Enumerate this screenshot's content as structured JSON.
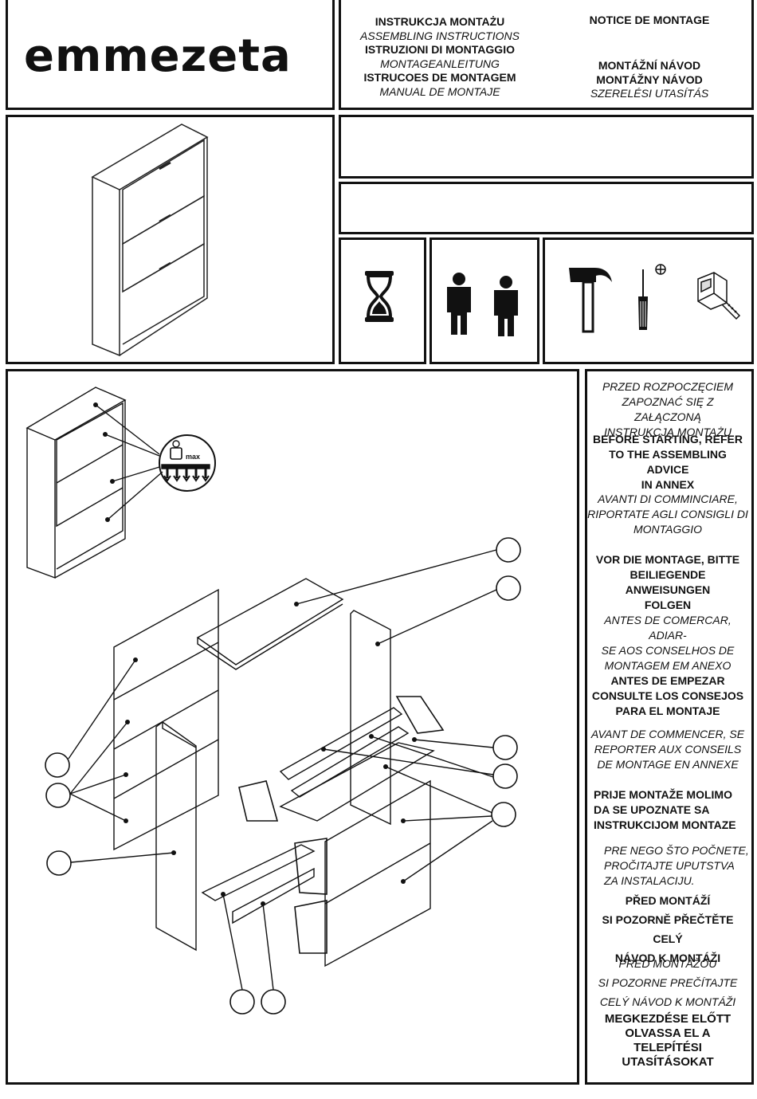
{
  "brand": {
    "logo": "emmezeta"
  },
  "titles_left": [
    {
      "text": "INSTRUKCJA MONTAŻU",
      "style": "b"
    },
    {
      "text": "ASSEMBLING INSTRUCTIONS",
      "style": "i"
    },
    {
      "text": "ISTRUZIONI DI MONTAGGIO",
      "style": "b"
    },
    {
      "text": "MONTAGEANLEITUNG",
      "style": "i"
    },
    {
      "text": "ISTRUCOES DE MONTAGEM",
      "style": "b"
    },
    {
      "text": "MANUAL DE MONTAJE",
      "style": "i"
    }
  ],
  "titles_right_top": {
    "text": "NOTICE DE MONTAGE"
  },
  "titles_right": [
    {
      "text": "MONTÁŽNÍ NÁVOD",
      "style": "b"
    },
    {
      "text": "MONTÁŽNY NÁVOD",
      "style": "b"
    },
    {
      "text": "SZERELÉSI UTASÍTÁS",
      "style": "i"
    }
  ],
  "icons": {
    "time": "hourglass-icon",
    "people": "two-persons-icon",
    "tools": [
      "hammer-icon",
      "phillips-screwdriver-icon",
      "tape-measure-icon"
    ],
    "load": "max-load-icon",
    "load_label": "max"
  },
  "advice": [
    {
      "text": "PRZED ROZPOCZĘCIEM\nZAPOZNAĆ SIĘ Z ZAŁĄCZONĄ\nINSTRUKCJĄ MONTAŻU",
      "style": "i"
    },
    {
      "text": "BEFORE STARTING, REFER\nTO THE ASSEMBLING ADVICE\nIN ANNEX",
      "style": "b"
    },
    {
      "text": "AVANTI DI COMMINCIARE,\nRIPORTATE AGLI CONSIGLI DI\nMONTAGGIO",
      "style": "i"
    },
    {
      "text": "VOR DIE MONTAGE, BITTE\nBEILIEGENDE ANWEISUNGEN\nFOLGEN",
      "style": "b"
    },
    {
      "text": "ANTES DE COMERCAR, ADIAR-\nSE AOS CONSELHOS DE\nMONTAGEM EM ANEXO",
      "style": "i"
    },
    {
      "text": "ANTES DE EMPEZAR\nCONSULTE LOS CONSEJOS\nPARA EL MONTAJE",
      "style": "b"
    },
    {
      "text": "AVANT DE COMMENCER, SE\nREPORTER AUX CONSEILS\nDE MONTAGE EN ANNEXE",
      "style": "i"
    },
    {
      "text": "PRIJE MONTAŽE MOLIMO\nDA SE UPOZNATE SA\nINSTRUKCIJOM MONTAZE",
      "style": "b"
    },
    {
      "text": "PRE NEGO ŠTO POČNETE,\nPROČITAJTE UPUTSTVA\nZA INSTALACIJU.",
      "style": "i"
    },
    {
      "text": "PŘED MONTÁŽÍ\nSI POZORNĚ PŘEČTĚTE CELÝ\nNÁVOD K MONTÁŽI",
      "style": "b"
    },
    {
      "text": "PRED MONTÁŽOU\nSI POZORNE PREČÍTAJTE\nCELÝ NÁVOD K MONTÁŽI",
      "style": "i"
    },
    {
      "text": "MEGKEZDÉSE ELŐTT\nOLVASSA EL A\nTELEPÍTÉSI\nUTASÍTÁSOKAT",
      "style": "b"
    }
  ]
}
